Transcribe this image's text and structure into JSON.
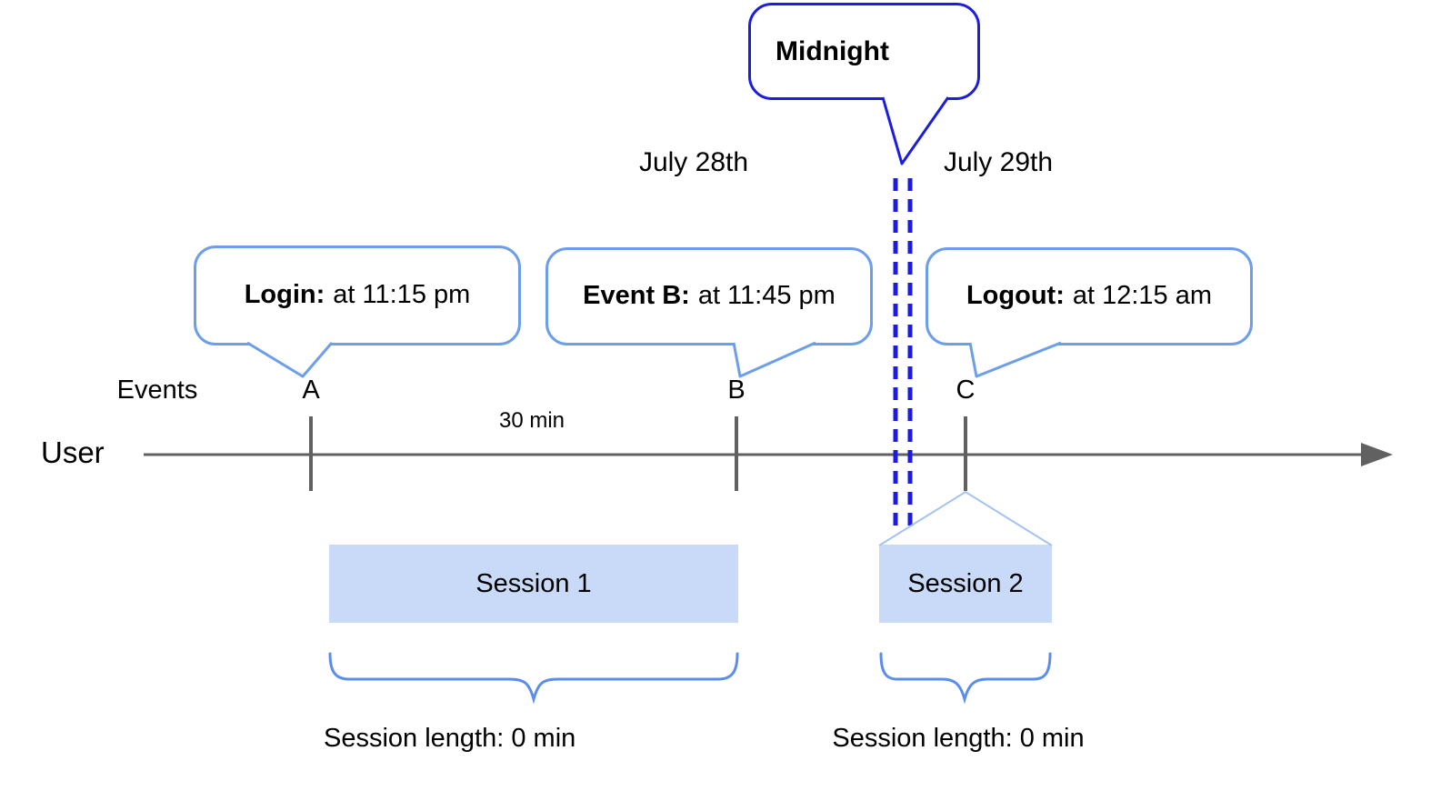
{
  "midnight_bubble": {
    "label": "Midnight"
  },
  "dates": {
    "before_midnight": "July 28th",
    "after_midnight": "July 29th"
  },
  "event_bubbles": {
    "login": {
      "title": "Login:",
      "detail": "at 11:15 pm"
    },
    "event_b": {
      "title": "Event B:",
      "detail": "at 11:45 pm"
    },
    "logout": {
      "title": "Logout:",
      "detail": "at 12:15 am"
    }
  },
  "timeline": {
    "events_label": "Events",
    "user_label": "User",
    "interval_label": "30 min",
    "markers": {
      "a": "A",
      "b": "B",
      "c": "C"
    }
  },
  "sessions": {
    "session1": {
      "label": "Session 1",
      "length_label": "Session length: 0 min"
    },
    "session2": {
      "label": "Session 2",
      "length_label": "Session length: 0 min"
    }
  },
  "colors": {
    "midnight_border_blue": "#1b1de0",
    "dashed_line_blue": "#1b1be4",
    "bubble_border_blue": "#6d9eeb",
    "session_fill_blue": "#c9daf8",
    "wedge_light_blue": "#a4c2f4",
    "brace_blue": "#5a8ded",
    "axis_gray": "#616161",
    "text_black": "#000000"
  }
}
